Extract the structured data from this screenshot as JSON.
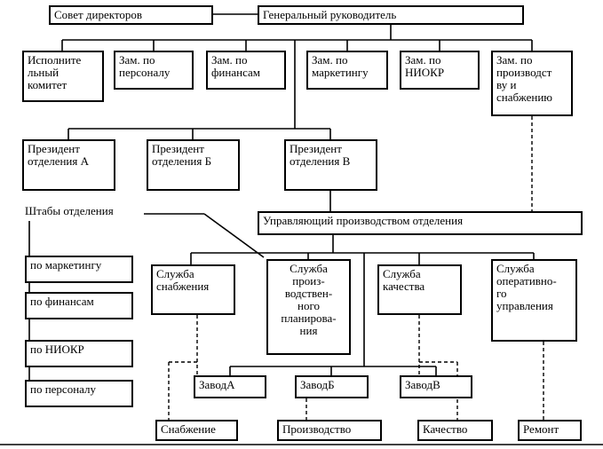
{
  "diagram_type": "organizational-chart",
  "colors": {
    "line": "#000000",
    "box_border": "#000000",
    "background": "#ffffff",
    "text": "#000000"
  },
  "nodes": {
    "sovet": "Совет директоров",
    "gen": "Генеральный руководитель",
    "ispolkom": "Исполните\nльный\nкомитет",
    "zam_personal": "Зам. по\nперсоналу",
    "zam_finans": "Зам. по\nфинансам",
    "zam_marketing": "Зам. по\nмаркетингу",
    "zam_niokr": "Зам. по\nНИОКР",
    "zam_proizv": "Зам. по\nпроизводст\nву и\nснабжению",
    "prez_a": "Президент\nотделения А",
    "prez_b": "Президент\nотделения Б",
    "prez_v": "Президент\nотделения В",
    "uprav": "Управляющий производством отделения",
    "shtaby": "Штабы отделения",
    "shtab_marketing": "по маркетингу",
    "shtab_finans": "по финансам",
    "shtab_niokr": "по НИОКР",
    "shtab_personal": "по персоналу",
    "sl_snab": "Служба\nснабжения",
    "sl_proizv": "Служба\nпроиз-\nводствен-\nного\nпланирова-\nния",
    "sl_kach": "Служба\nкачества",
    "sl_oper": "Служба\nоперативно-\nго\nуправления",
    "zavod_a": "ЗаводА",
    "zavod_b": "ЗаводБ",
    "zavod_v": "ЗаводВ",
    "snab": "Снабжение",
    "proizv": "Производство",
    "kach": "Качество",
    "remont": "Ремонт"
  }
}
